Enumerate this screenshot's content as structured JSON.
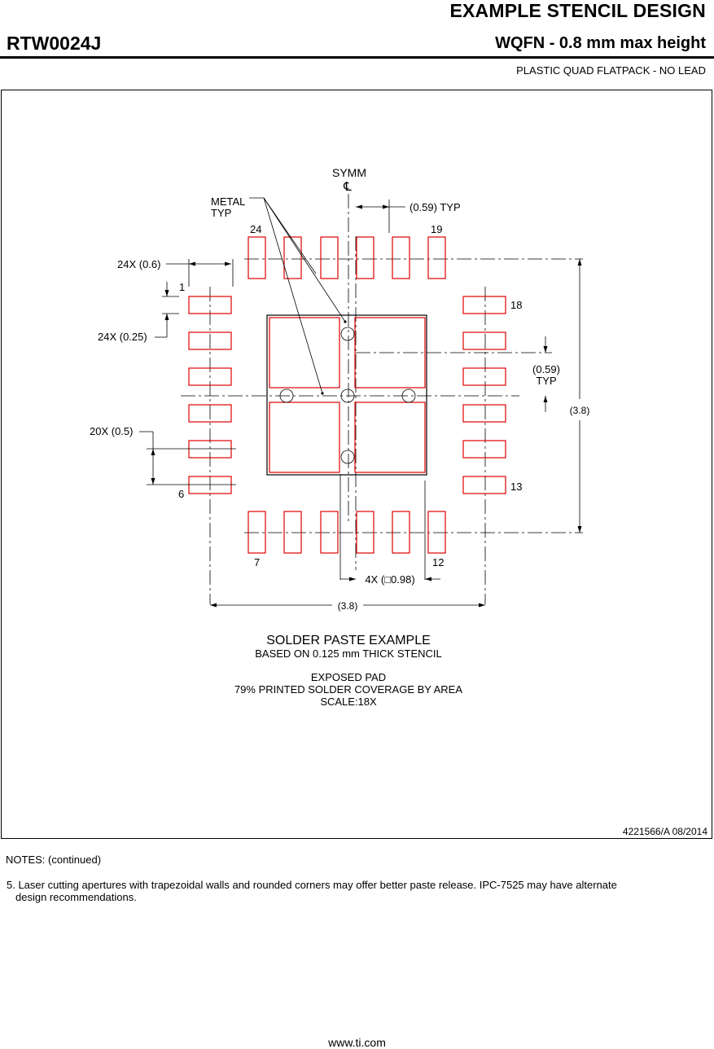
{
  "header": {
    "title": "EXAMPLE STENCIL DESIGN",
    "part_number": "RTW0024J",
    "package": "WQFN - 0.8 mm max height",
    "package_desc": "PLASTIC QUAD FLATPACK - NO LEAD"
  },
  "drawing": {
    "symm_label": "SYMM",
    "centerline_symbol": "℄",
    "metal_label_line1": "METAL",
    "metal_label_line2": "TYP",
    "pin_24": "24",
    "pin_19": "19",
    "pin_1": "1",
    "pin_18": "18",
    "pin_6": "6",
    "pin_13": "13",
    "pin_7": "7",
    "pin_12": "12",
    "dim_pitch_top": "(0.59) TYP",
    "dim_pad_length": "24X (0.6)",
    "dim_pad_width": "24X (0.25)",
    "dim_pitch": "20X (0.5)",
    "dim_pitch_right_line1": "(0.59)",
    "dim_pitch_right_line2": "TYP",
    "dim_height": "(3.8)",
    "dim_width": "(3.8)",
    "dim_exposed_pad": "4X (□0.98)",
    "caption_title": "SOLDER PASTE EXAMPLE",
    "caption_line2": "BASED ON 0.125 mm THICK STENCIL",
    "caption_line3": "EXPOSED PAD",
    "caption_line4": "79% PRINTED SOLDER COVERAGE BY AREA",
    "caption_line5": "SCALE:18X",
    "doc_id": "4221566/A   08/2014"
  },
  "notes": {
    "title": "NOTES: (continued)",
    "note5_line1": "5. Laser cutting apertures with trapezoidal walls and rounded corners may offer better paste release. IPC-7525 may have alternate",
    "note5_line2": "design recommendations."
  },
  "footer": {
    "url": "www.ti.com"
  },
  "colors": {
    "pad_outline": "#e00000",
    "line": "#000000"
  }
}
